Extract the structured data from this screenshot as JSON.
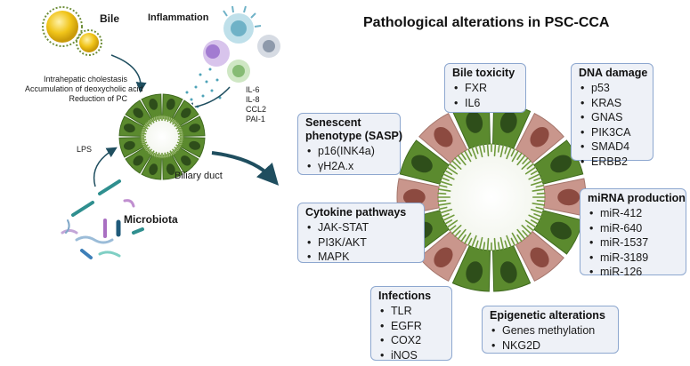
{
  "title": "Pathological alterations in PSC-CCA",
  "left": {
    "bile_label": "Bile",
    "inflammation_label": "Inflammation",
    "bile_effects": [
      "Intrahepatic cholestasis",
      "Accumulation of deoxycholic acid",
      "Reduction of PC"
    ],
    "cytokines": [
      "IL-6",
      "IL-8",
      "CCL2",
      "PAI-1"
    ],
    "lps_label": "LPS",
    "duct_label": "Biliary duct",
    "microbiota_label": "Microbiota"
  },
  "boxes": {
    "bile_toxicity": {
      "title": "Bile toxicity",
      "items": [
        "FXR",
        "IL6"
      ]
    },
    "dna_damage": {
      "title": "DNA damage",
      "items": [
        "p53",
        "KRAS",
        "GNAS",
        "PIK3CA",
        "SMAD4",
        "ERBB2"
      ]
    },
    "senescent": {
      "title_line1": "Senescent",
      "title_line2": "phenotype (SASP)",
      "items": [
        "p16(INK4a)",
        "γH2A.x"
      ]
    },
    "cytokine": {
      "title": "Cytokine pathways",
      "items": [
        "JAK-STAT",
        "PI3K/AKT",
        "MAPK"
      ]
    },
    "mirna": {
      "title": "miRNA production",
      "items": [
        "miR-412",
        "miR-640",
        "miR-1537",
        "miR-3189",
        "miR-126"
      ]
    },
    "infections": {
      "title": "Infections",
      "items": [
        "TLR",
        "EGFR",
        "COX2",
        "iNOS"
      ]
    },
    "epigenetic": {
      "title": "Epigenetic alterations",
      "items": [
        "Genes methylation",
        "NKG2D"
      ]
    }
  },
  "colors": {
    "box_fill": "#eef1f7",
    "box_border": "#8da7cf",
    "cell_green": "#5b8a2e",
    "nucleus_green": "#2e4e1a",
    "cell_pink": "#c9968c",
    "nucleus_pink": "#8c4a40",
    "arrow": "#1f4e5f",
    "bile_yellow": "#f0c419"
  }
}
